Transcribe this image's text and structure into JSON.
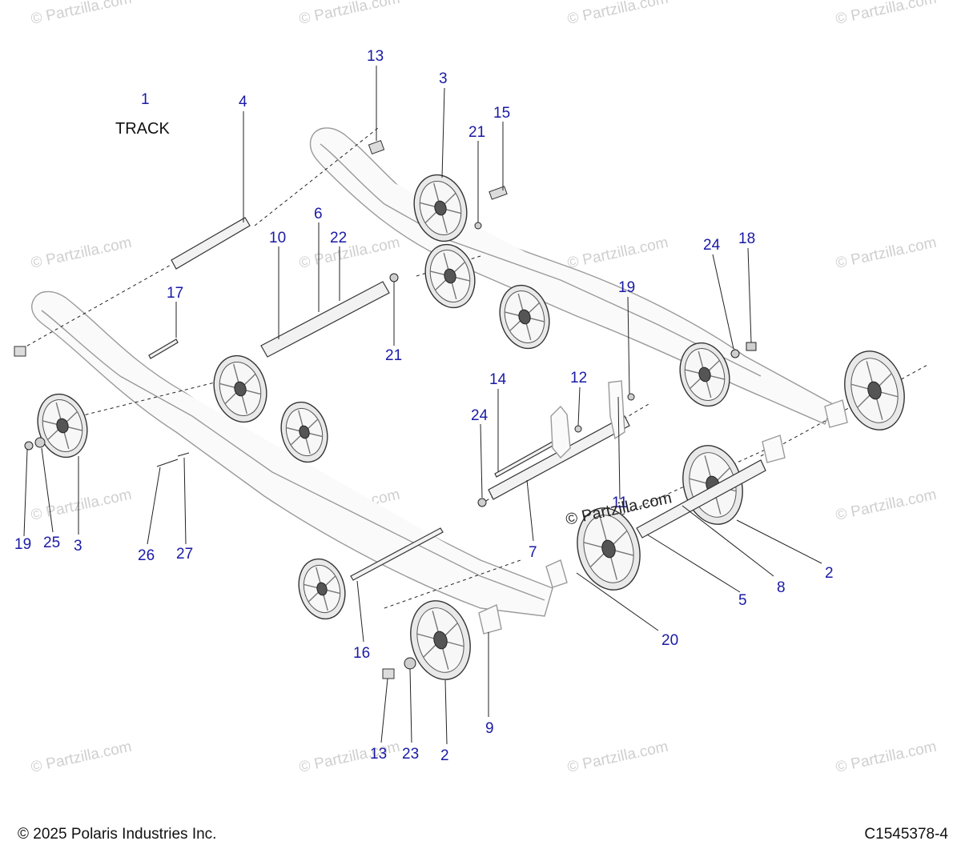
{
  "title_label": "TRACK",
  "footer": {
    "copyright": "© 2025 Polaris Industries Inc.",
    "diagram_code": "C1545378-4"
  },
  "watermark_text": "© Partzilla.com",
  "callouts": [
    "1",
    "2",
    "2",
    "3",
    "3",
    "4",
    "5",
    "6",
    "7",
    "8",
    "9",
    "10",
    "11",
    "12",
    "13",
    "13",
    "14",
    "15",
    "16",
    "17",
    "18",
    "19",
    "19",
    "20",
    "21",
    "21",
    "22",
    "23",
    "24",
    "24",
    "25",
    "26",
    "27"
  ],
  "colors": {
    "callout": "#1a1aa6",
    "watermark": "#cfcfcf",
    "line": "#222222"
  }
}
